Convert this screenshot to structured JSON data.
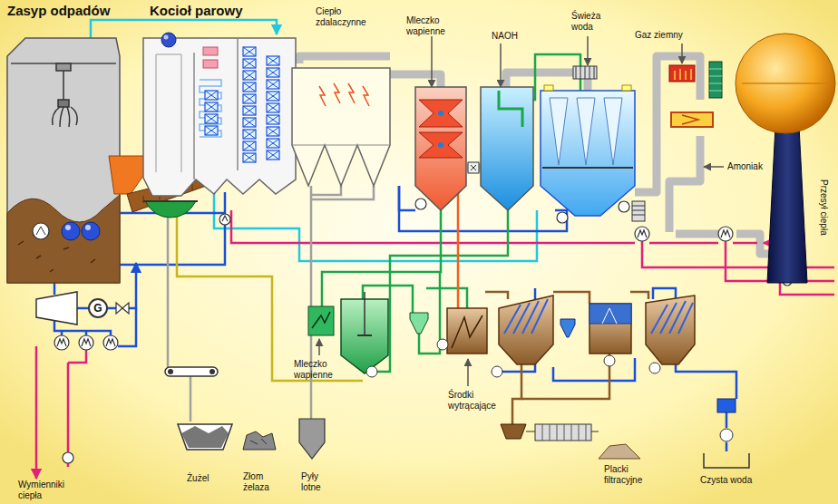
{
  "diagram": {
    "nodes": [
      {
        "text": [
          "G"
        ]
      }
    ],
    "labels": [
      "Zasyp odpadów",
      "Kocioł parowy",
      "Ciepło zdalaczynne",
      "Mleczko wapienne",
      "NAOH",
      "Świeża woda",
      "Gaz ziemny",
      "Amoniak",
      "Przesył ciepła",
      "Mleczko wapienne",
      "Środki wytrącające",
      "Wymienniki ciepła",
      "Żużel",
      "Złom żelaza",
      "Pyły lotne",
      "Placki filtracyjne",
      "Czysta woda"
    ]
  }
}
